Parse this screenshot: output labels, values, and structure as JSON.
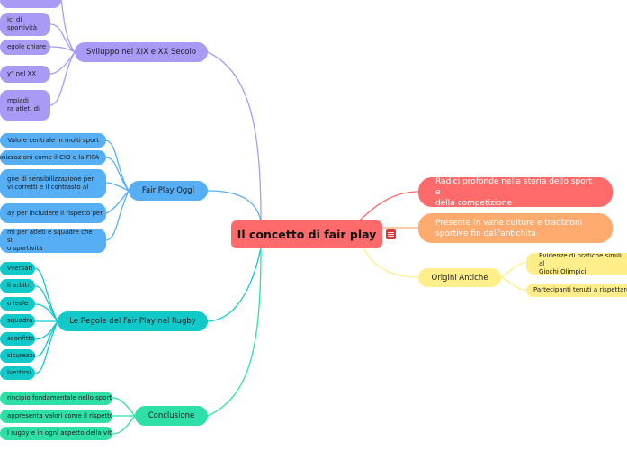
{
  "central": "Il concetto di fair play",
  "branches": {
    "sviluppo": {
      "label": "Sviluppo nel XIX e XX Secolo",
      "items": [
        "",
        "ici di\nsportività",
        "egole chiare",
        "y\" nel XX",
        "mpiadi\nra atleti di"
      ]
    },
    "oggi": {
      "label": "Fair Play Oggi",
      "items": [
        "Valore centrale in molti sport",
        "anizzazioni come il CIO e la FIFA",
        "gne di sensibilizzazione per\nvi corretti e il contrasto al",
        "ay per includere il rispetto per",
        "mi per atleti e squadre che si\no sportività"
      ]
    },
    "rugby": {
      "label": "Le Regole del Fair Play nel Rugby",
      "items": [
        "vversari",
        "li arbitri",
        "o leale",
        "squadra",
        "sconfitta",
        "sicurezza",
        "ivertirsi"
      ]
    },
    "conclusione": {
      "label": "Conclusione",
      "items": [
        "rincipio fondamentale nello sport",
        "appresenta valori come il rispetto",
        "l rugby e in ogni aspetto della vita"
      ]
    },
    "right": [
      "Radici profonde nella storia dello sport e\ndella competizione",
      "Presente in varie culture e tradizioni\nsportive fin dall'antichità"
    ],
    "origini": {
      "label": "Origini Antiche",
      "items": [
        "Evidenze di pratiche simili al\nGiochi Olimpici",
        "Partecipanti tenuti a rispettare"
      ]
    }
  },
  "colors": {
    "central": "#ff6b6b",
    "sviluppo": "#a99bf5",
    "oggi": "#56aef5",
    "rugby": "#12c9c9",
    "conclusione": "#2ee0a8",
    "radici": "#ff6b6b",
    "presente": "#ffab70",
    "origini": "#ffee8a"
  },
  "icons": {
    "menu": "menu-icon"
  }
}
